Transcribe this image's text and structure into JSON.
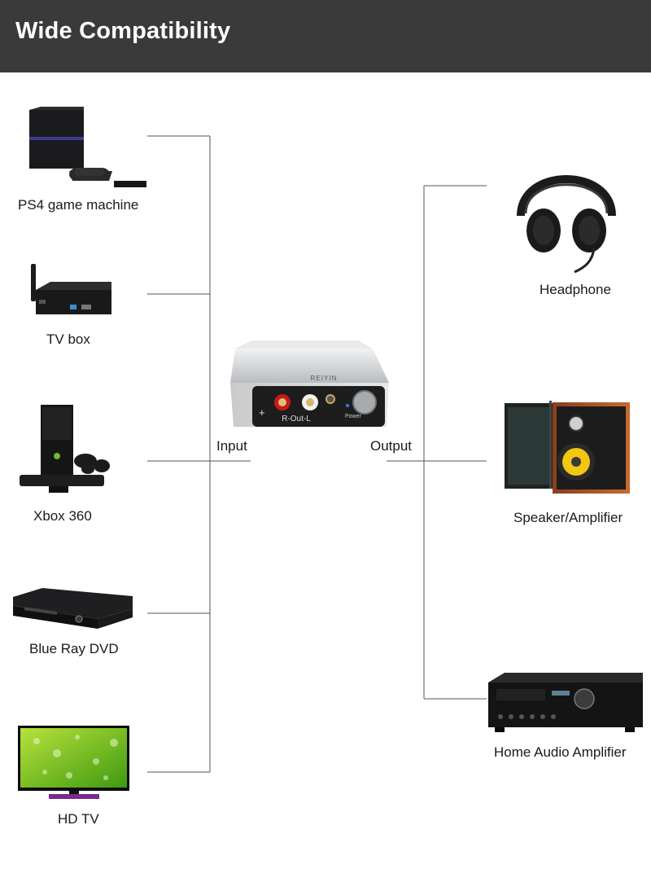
{
  "banner": {
    "title": "Wide Compatibility"
  },
  "hub": {
    "brand": "REIYIN",
    "port_label": "R-Out-L",
    "power_label": "Power",
    "plus_sign": "+"
  },
  "inputs": {
    "label": "Input",
    "devices": [
      {
        "name": "PS4 game machine"
      },
      {
        "name": "TV box"
      },
      {
        "name": "Xbox 360"
      },
      {
        "name": "Blue Ray DVD"
      },
      {
        "name": "HD TV"
      }
    ]
  },
  "outputs": {
    "label": "Output",
    "devices": [
      {
        "name": "Headphone"
      },
      {
        "name": "Speaker/Amplifier"
      },
      {
        "name": "Home Audio Amplifier"
      }
    ]
  },
  "colors": {
    "banner": "#3a3a3a",
    "lines": "#555555",
    "hub_body": "#d8dadc"
  }
}
